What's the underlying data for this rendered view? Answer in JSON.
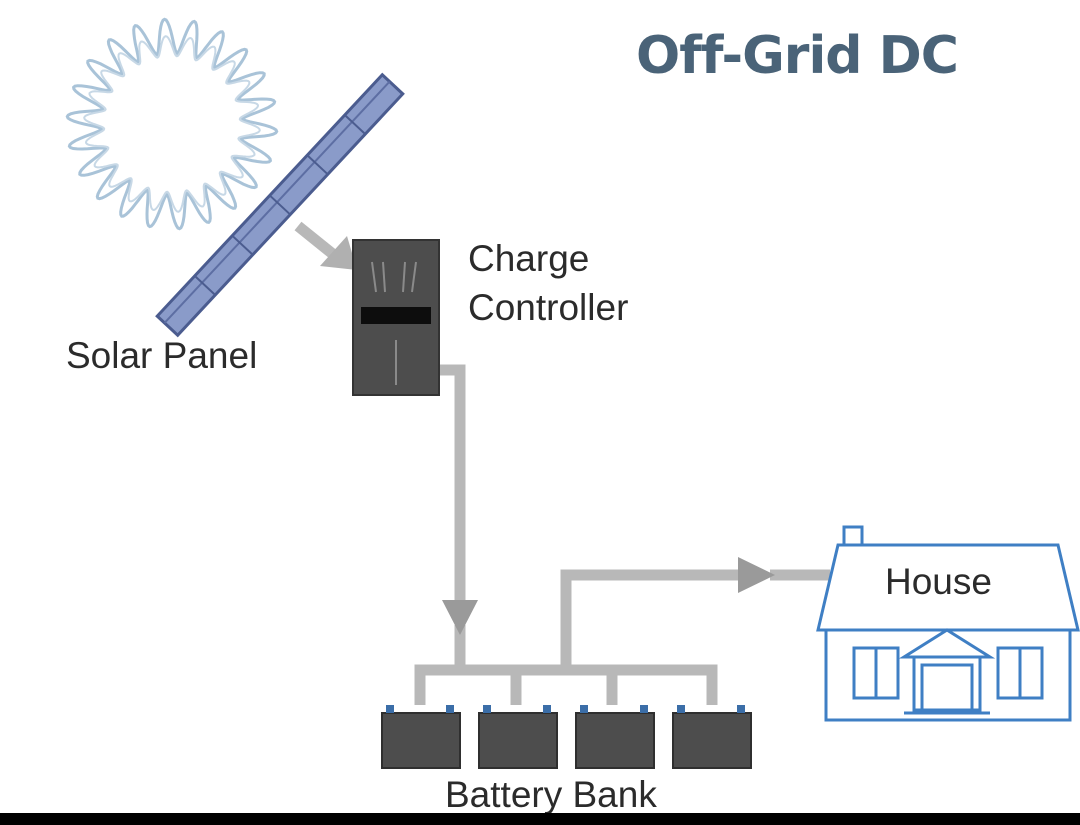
{
  "title": "Off-Grid DC",
  "labels": {
    "solar_panel": "Solar Panel",
    "charge_controller_line1": "Charge",
    "charge_controller_line2": "Controller",
    "house": "House",
    "battery_bank": "Battery Bank"
  },
  "icons": [
    "sun-icon",
    "solar-panel-icon",
    "charge-controller-icon",
    "battery-icon",
    "house-icon",
    "arrow-icon"
  ],
  "colors": {
    "title": "#4a6378",
    "sun_outline": "#a9c3d8",
    "panel_fill": "#8a9bc9",
    "panel_edge": "#4b5c8f",
    "device_gray": "#4d4d4d",
    "wire_gray": "#b8b8b8",
    "house_outline": "#3f7fc4",
    "terminal_blue": "#3b6ea8"
  },
  "battery_count": 4
}
